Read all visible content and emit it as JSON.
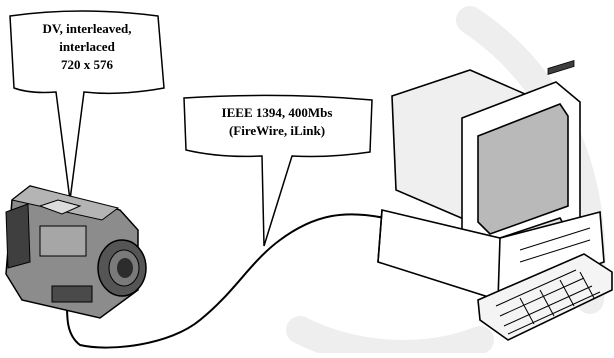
{
  "callouts": {
    "video_format": {
      "line1": "DV, interleaved,",
      "line2": "interlaced",
      "line3": "720 x 576"
    },
    "connection": {
      "line1": "IEEE 1394, 400Mbs",
      "line2": "(FireWire, iLink)"
    }
  },
  "colors": {
    "outline": "#000000",
    "camcorder_body": "#8c8c8c",
    "camcorder_dark": "#3f3f3f",
    "computer_light": "#efefef",
    "monitor_screen": "#b9b9b9",
    "watermark": "#eeeeee"
  }
}
